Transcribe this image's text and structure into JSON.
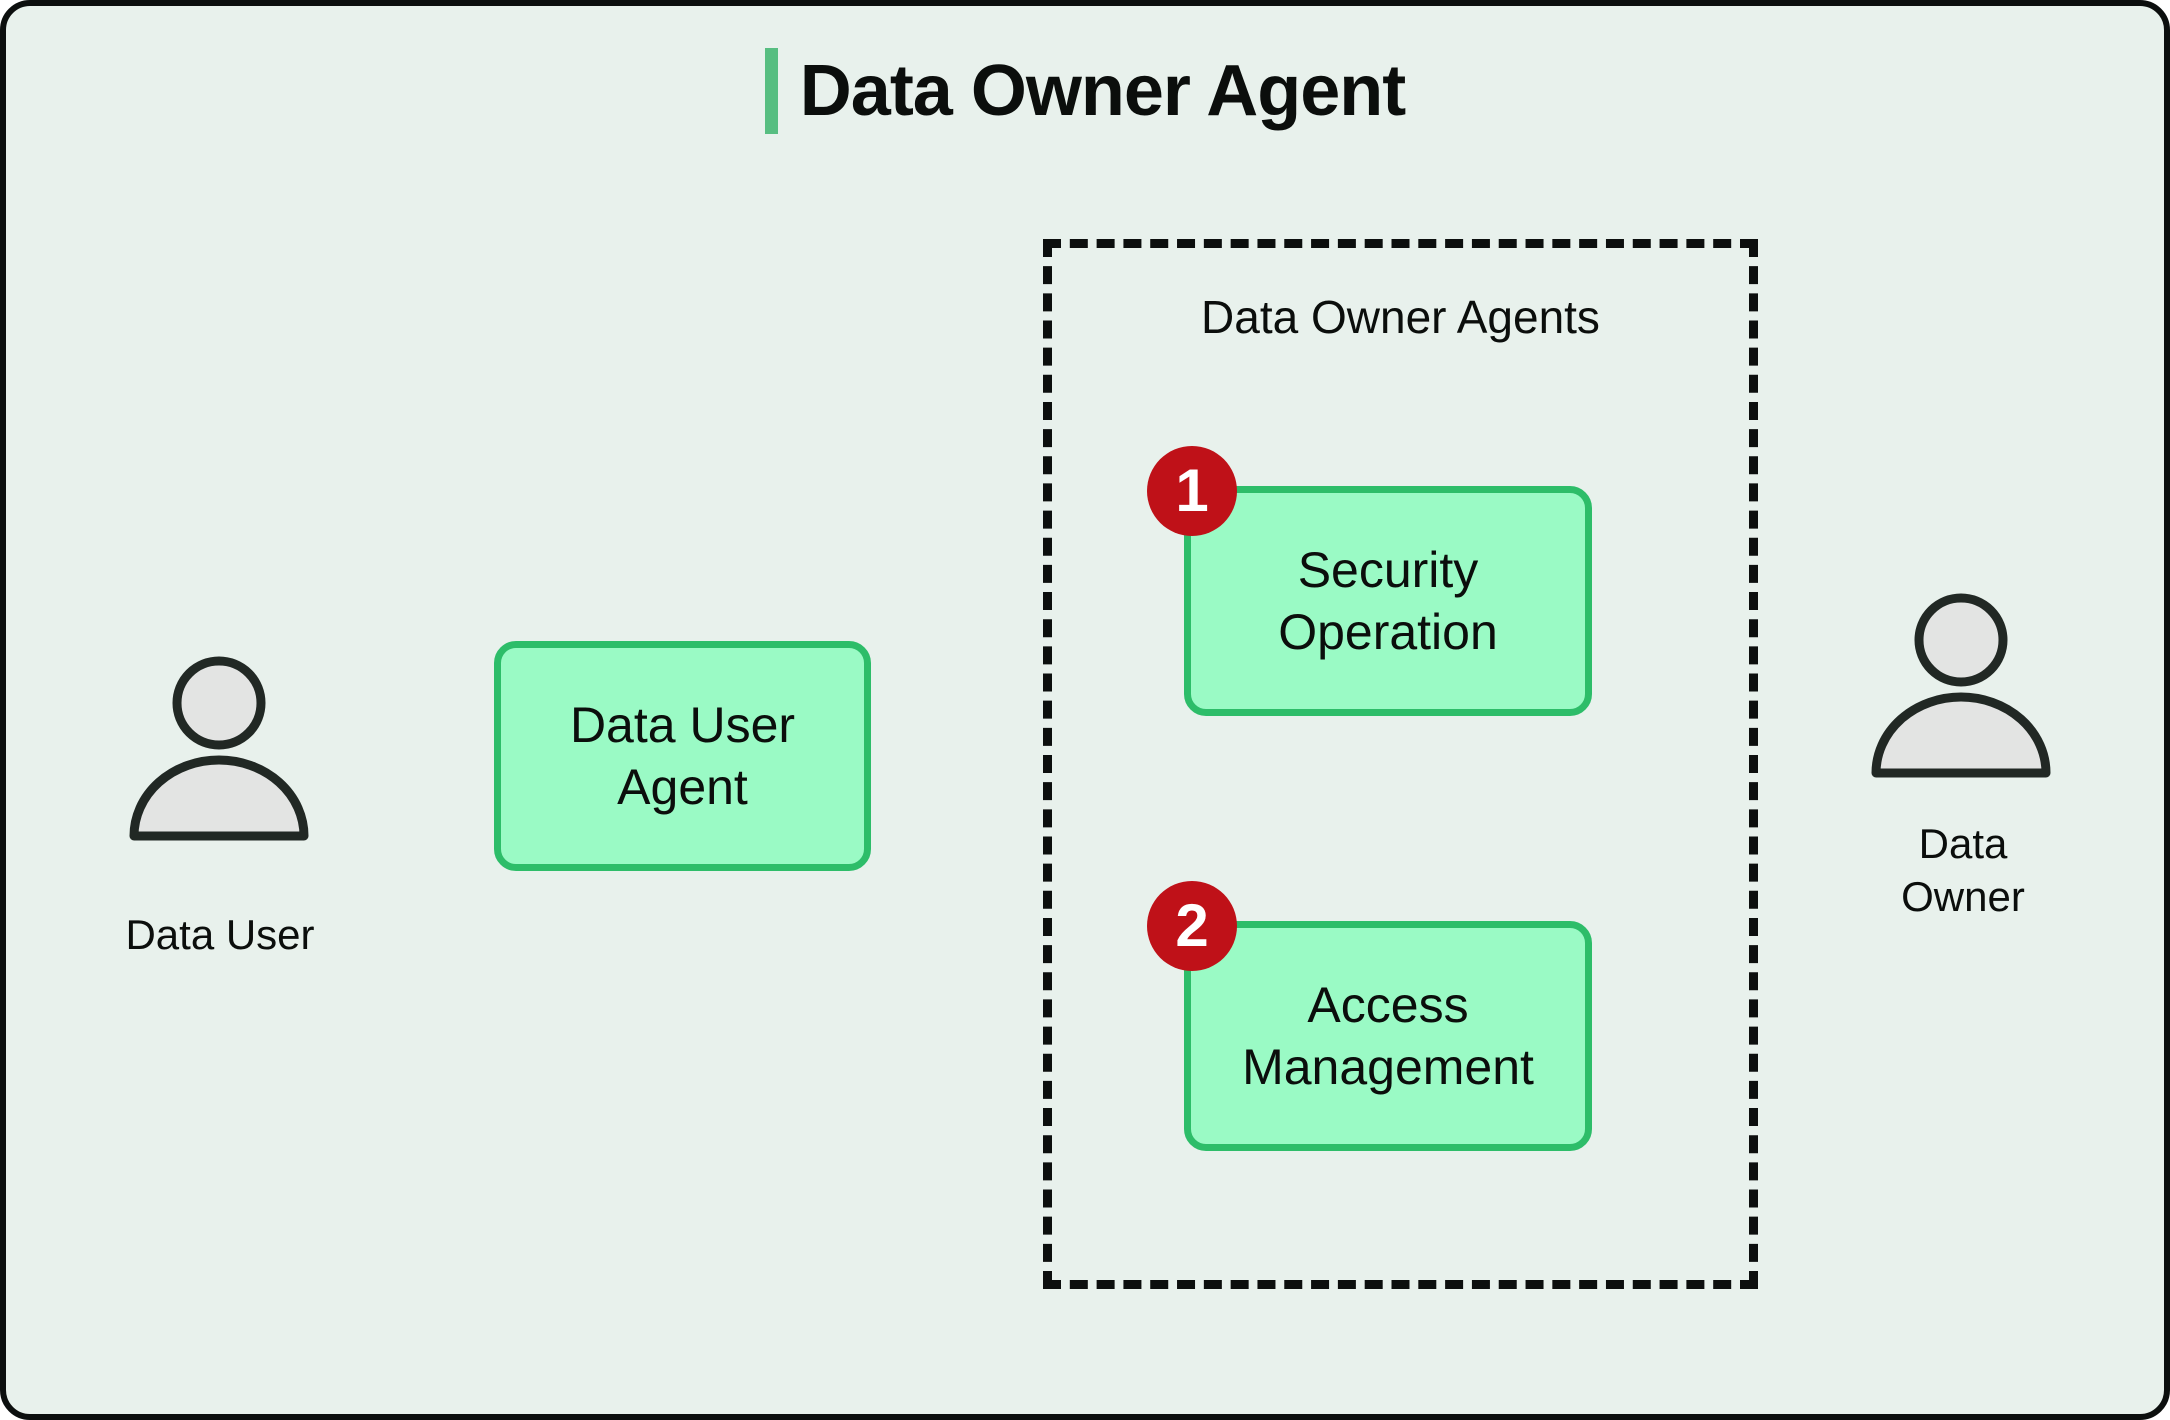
{
  "diagram": {
    "title": "Data Owner Agent",
    "actors": {
      "data_user": {
        "label": "Data User"
      },
      "data_owner": {
        "label": "Data\nOwner"
      }
    },
    "agent_boxes": {
      "data_user_agent": {
        "label": "Data User\nAgent"
      },
      "security_operation": {
        "label": "Security\nOperation",
        "step": "1"
      },
      "access_management": {
        "label": "Access\nManagement",
        "step": "2"
      }
    },
    "group": {
      "label": "Data Owner Agents"
    },
    "icons": {
      "data_user": "person-icon",
      "data_owner": "person-icon"
    },
    "colors": {
      "canvas_background": "#e8f1ec",
      "frame_border": "#0c0f0e",
      "title_accent_green": "#57be81",
      "agent_box_fill": "#9afac5",
      "agent_box_border": "#2dbd69",
      "badge_red": "#bf1118",
      "badge_text": "#ffffff",
      "person_fill": "#e3e4e3",
      "person_outline": "#212824",
      "text": "#0b0e0c"
    }
  }
}
